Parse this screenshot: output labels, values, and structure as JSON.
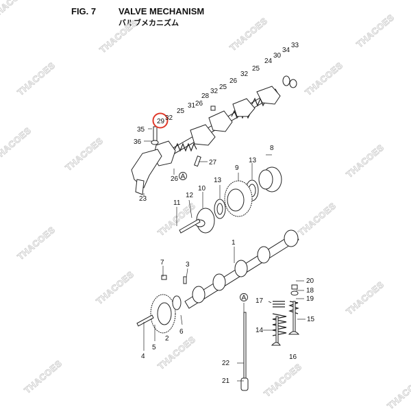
{
  "header": {
    "figure_label": "FIG. 7",
    "title": "VALVE MECHANISM",
    "subtitle": "バルブメカニズム"
  },
  "watermark": {
    "text": "THACOES"
  },
  "highlight": {
    "callout": "29",
    "color": "#e0392a"
  },
  "ref_marker": "A",
  "callouts": {
    "c1": "1",
    "c2": "2",
    "c3": "3",
    "c4": "4",
    "c5": "5",
    "c6": "6",
    "c7": "7",
    "c8": "8",
    "c9": "9",
    "c10": "10",
    "c11": "11",
    "c12": "12",
    "c13a": "13",
    "c13b": "13",
    "c14": "14",
    "c15": "15",
    "c16": "16",
    "c17": "17",
    "c18": "18",
    "c19": "19",
    "c20": "20",
    "c21": "21",
    "c22": "22",
    "c23": "23",
    "c24": "24",
    "c25a": "25",
    "c25b": "25",
    "c25c": "25",
    "c26a": "26",
    "c26b": "26",
    "c26c": "26",
    "c27": "27",
    "c28": "28",
    "c29": "29",
    "c30": "30",
    "c31": "31",
    "c32a": "32",
    "c32b": "32",
    "c32c": "32",
    "c33": "33",
    "c34": "34",
    "c35": "35",
    "c36": "36"
  }
}
